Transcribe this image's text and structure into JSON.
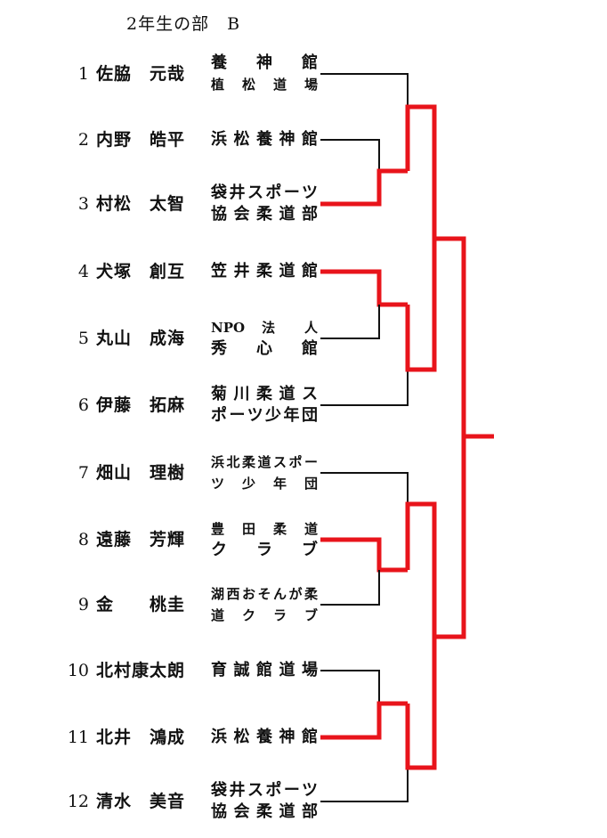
{
  "title": "2年生の部　B",
  "entries": [
    {
      "seed": "1",
      "name": "佐脇　元哉",
      "club": [
        "養　神　館",
        "植 松 道 場"
      ]
    },
    {
      "seed": "2",
      "name": "内野　皓平",
      "club": [
        "浜松養神館"
      ]
    },
    {
      "seed": "3",
      "name": "村松　太智",
      "club": [
        "袋井スポーツ",
        "協会柔道部"
      ]
    },
    {
      "seed": "4",
      "name": "犬塚　創互",
      "club": [
        "笠井柔道館"
      ]
    },
    {
      "seed": "5",
      "name": "丸山　成海",
      "club": [
        "NPO 法 人",
        "秀　心　館"
      ]
    },
    {
      "seed": "6",
      "name": "伊藤　拓麻",
      "club": [
        "菊川柔道ス",
        "ポーツ少年団"
      ]
    },
    {
      "seed": "7",
      "name": "畑山　理樹",
      "club": [
        "浜北柔道スポー",
        "ツ 少 年 団"
      ]
    },
    {
      "seed": "8",
      "name": "遠藤　芳輝",
      "club": [
        "豊 田 柔 道",
        "ク ラ ブ"
      ]
    },
    {
      "seed": "9",
      "name": "金　　桃圭",
      "club": [
        "湖西おそんが柔",
        "道 ク ラ ブ"
      ]
    },
    {
      "seed": "10",
      "name": "北村康太朗",
      "club": [
        "育誠館道場"
      ]
    },
    {
      "seed": "11",
      "name": "北井　鴻成",
      "club": [
        "浜松養神館"
      ]
    },
    {
      "seed": "12",
      "name": "清水　美音",
      "club": [
        "袋井スポーツ",
        "協会柔道部"
      ]
    }
  ],
  "colors": {
    "winner_line": "#e8141b",
    "loser_line": "#111111"
  }
}
